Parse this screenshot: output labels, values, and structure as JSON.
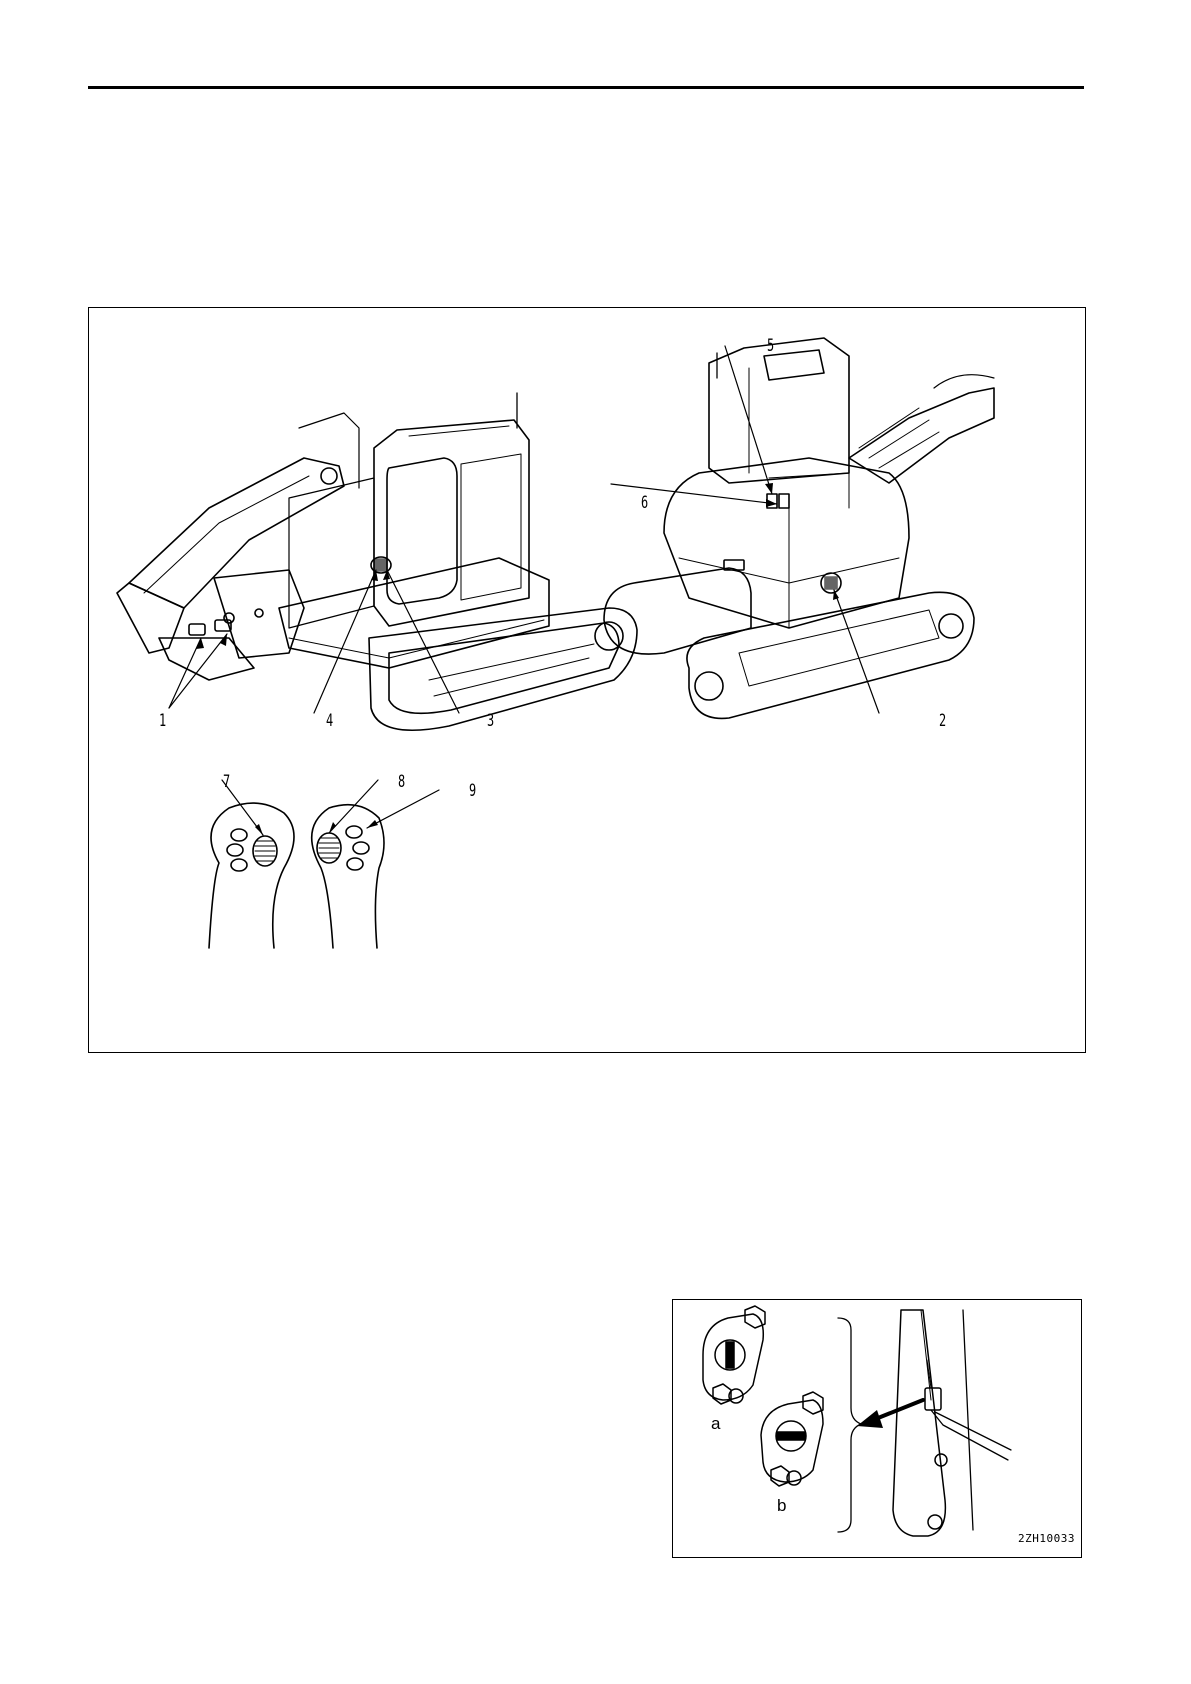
{
  "figure1": {
    "callouts": [
      "1",
      "2",
      "3",
      "4",
      "5",
      "6",
      "7",
      "8",
      "9"
    ]
  },
  "figure2": {
    "labels": [
      "a",
      "b"
    ],
    "code": "2ZH10033"
  }
}
